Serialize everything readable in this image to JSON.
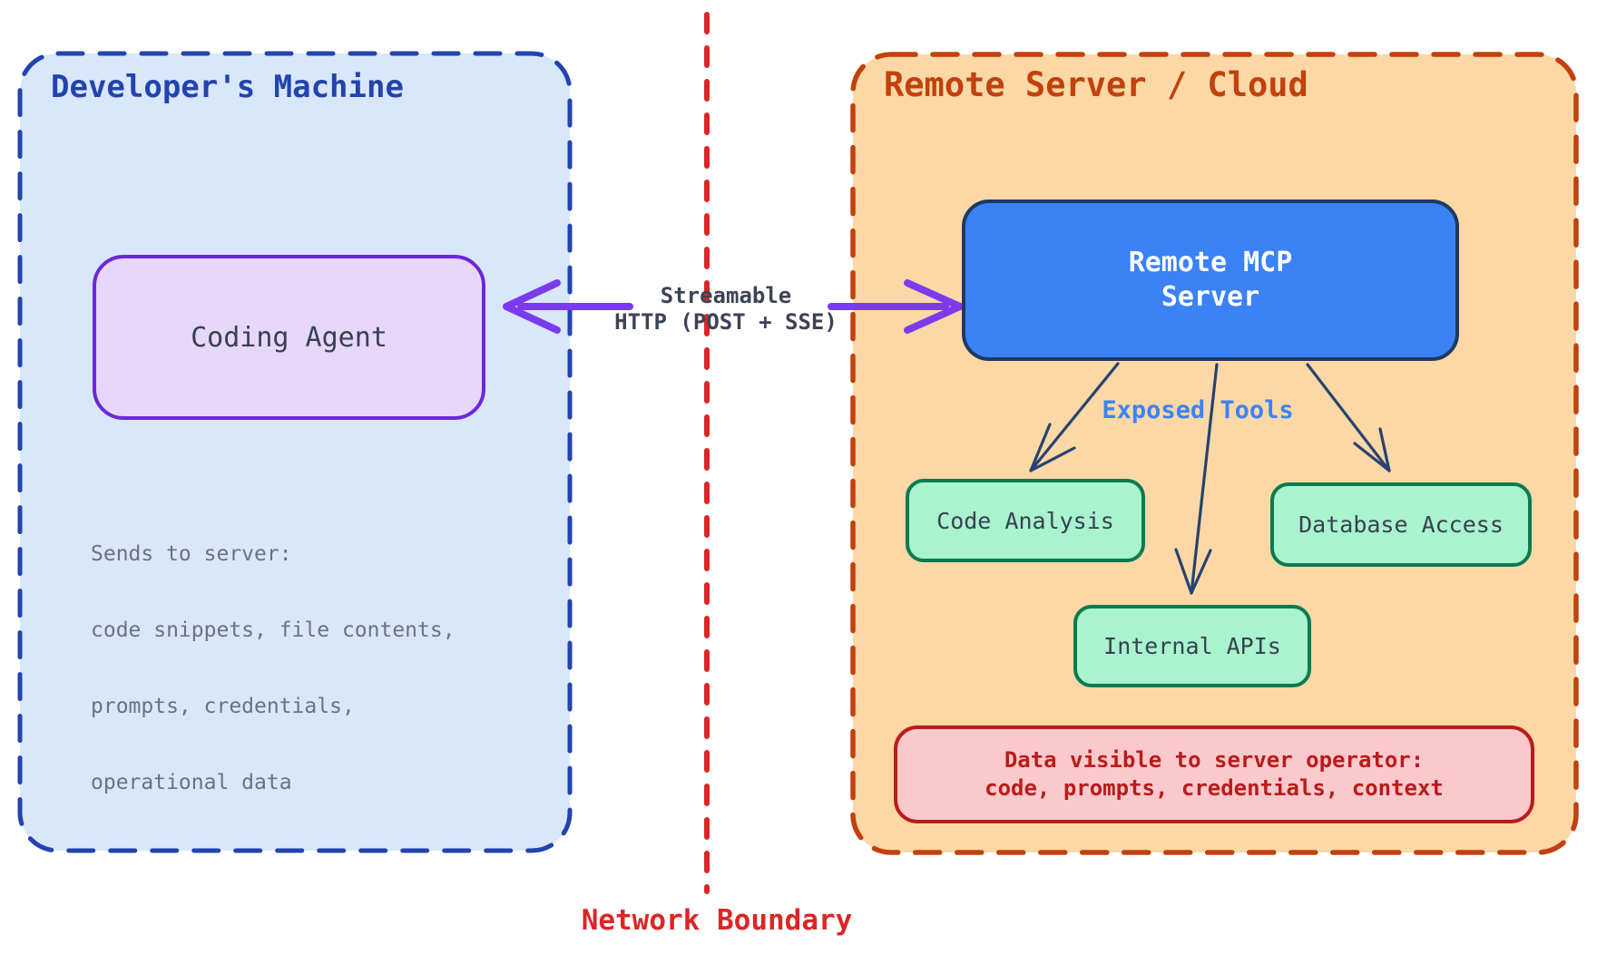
{
  "developer_machine": {
    "title": "Developer's Machine",
    "coding_agent_label": "Coding Agent",
    "sends_note": [
      "Sends to server:",
      "code snippets, file contents,",
      "prompts, credentials,",
      "operational data"
    ]
  },
  "connection": {
    "label_line1": "Streamable",
    "label_line2": "HTTP (POST + SSE)"
  },
  "boundary": {
    "label": "Network Boundary"
  },
  "remote_server": {
    "title": "Remote Server / Cloud",
    "mcp_server_line1": "Remote MCP",
    "mcp_server_line2": "Server",
    "exposed_tools_label": "Exposed Tools",
    "tools": [
      "Code Analysis",
      "Database Access",
      "Internal APIs"
    ],
    "operator_warning_line1": "Data visible to server operator:",
    "operator_warning_line2": "code, prompts, credentials, context"
  },
  "colors": {
    "boundary_red": "#dc2626",
    "dev_panel_fill": "#d9e7fb",
    "dev_panel_border": "#2243b0",
    "dev_title": "#2243b0",
    "agent_fill": "#e7d7fa",
    "agent_border": "#6d28d9",
    "agent_text": "#374151",
    "cloud_panel_fill": "#fbd8a6",
    "cloud_panel_border": "#c2410c",
    "cloud_title": "#c2410c",
    "mcp_fill": "#3b82f6",
    "mcp_border": "#1e3a5f",
    "mcp_text": "#ffffff",
    "tool_fill": "#a9f3ce",
    "tool_border": "#0c7a50",
    "tool_text": "#374151",
    "warn_fill": "#fbc9cc",
    "warn_border": "#b91c1c",
    "warn_text": "#b91c1c",
    "exposed_label": "#3b82f6",
    "note_text": "#6b7280",
    "conn_text": "#3c4454",
    "purple_arrow": "#7c3aed",
    "navy_arrow": "#28436e"
  }
}
